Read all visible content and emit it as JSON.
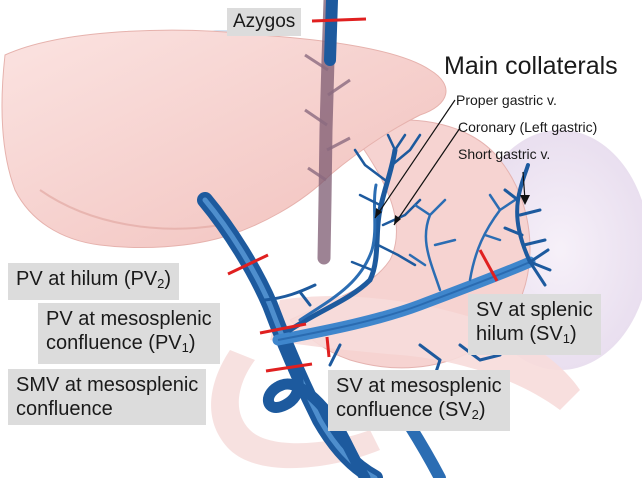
{
  "labels": {
    "azygos": "Azygos",
    "main_collaterals": "Main collaterals",
    "proper_gastric": "Proper gastric v.",
    "coronary": "Coronary (Left gastric)",
    "short_gastric": "Short gastric v.",
    "pv_hilum": {
      "text": "PV at hilum (PV",
      "sub": "2",
      "close": ")"
    },
    "pv_meso": {
      "line1": "PV at mesosplenic",
      "line2": "confluence (PV",
      "sub": "1",
      "close": ")"
    },
    "smv_meso": {
      "line1": "SMV at mesosplenic",
      "line2": "confluence"
    },
    "sv_meso": {
      "line1": "SV at mesosplenic",
      "line2": "confluence (SV",
      "sub": "2",
      "close": ")"
    },
    "sv_hilum": {
      "line1": "SV at splenic",
      "line2": "hilum (SV",
      "sub": "1",
      "close": ")"
    }
  },
  "colors": {
    "vein_dark": "#1d5a9e",
    "vein_light": "#3f86cc",
    "liver": "#f4c9c6",
    "stomach": "#f7d8d6",
    "spleen": "#ece3f1",
    "marker": "#e02020",
    "label_bg": "#dcdcdc"
  }
}
